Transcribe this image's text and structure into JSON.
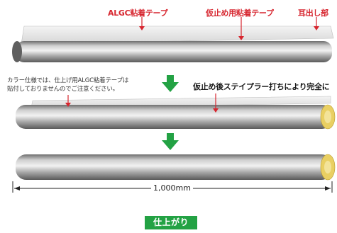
{
  "labels": {
    "algc_tape": "ALGC粘着テープ",
    "temp_tape": "仮止め用粘着テープ",
    "ear_part": "耳出し部"
  },
  "note": {
    "line1": "カラー仕様では、仕上げ用ALGC粘着テープは",
    "line2": "貼付しておりませんのでご注意ください。"
  },
  "callout": "仮止め後ステイプラー打ちにより完全に",
  "dimension": "1,000mm",
  "finish_badge": "仕上がり",
  "colors": {
    "accent_red": "#d7262f",
    "arrow_green": "#23a244",
    "badge_green": "#23a244"
  }
}
